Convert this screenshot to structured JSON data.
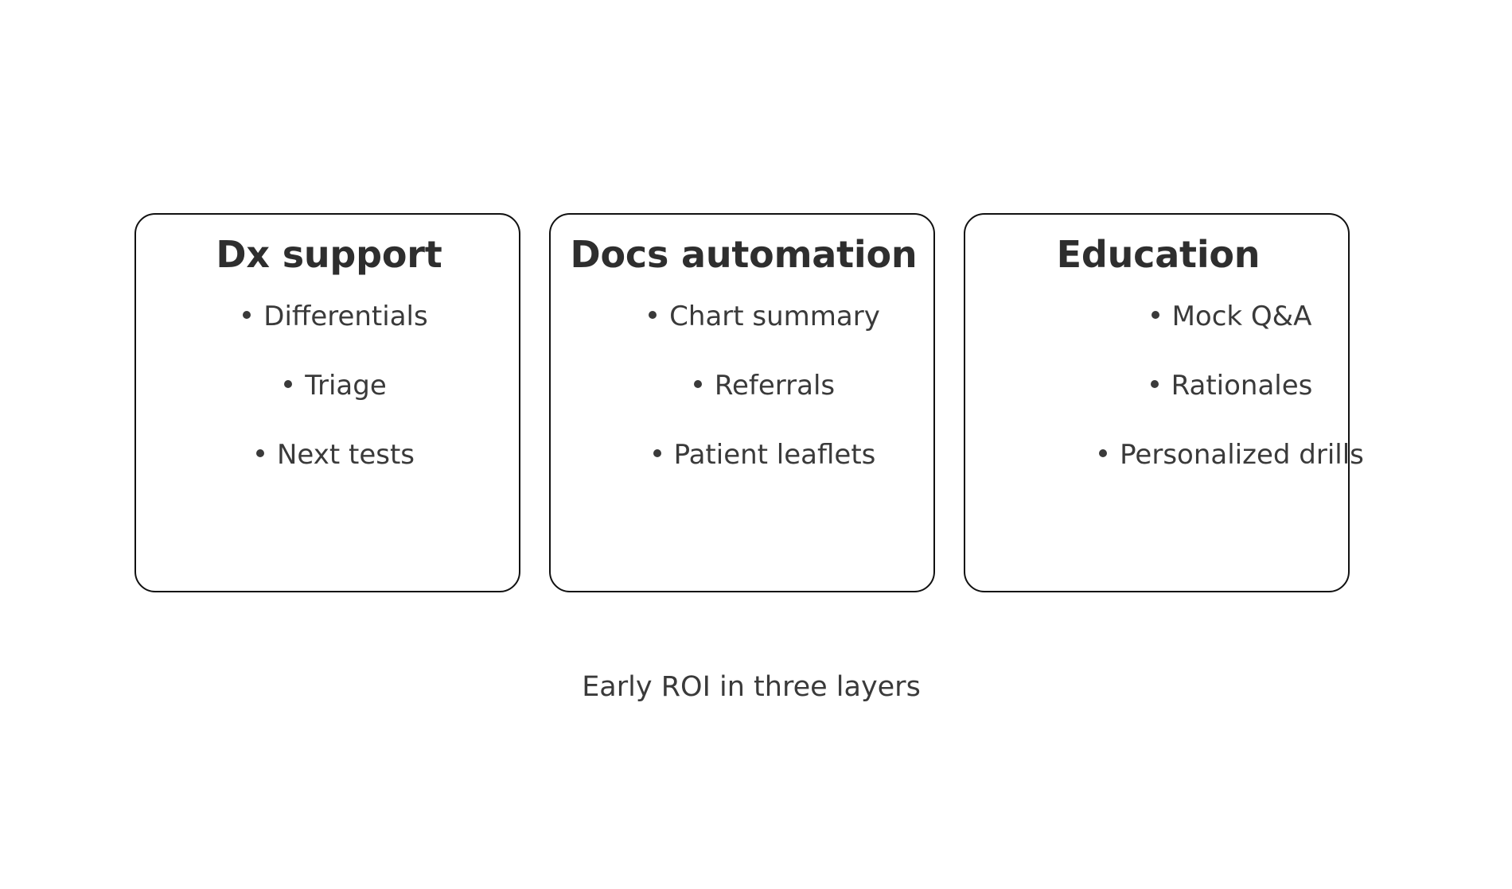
{
  "page": {
    "background_color": "#ffffff",
    "caption": "Early ROI in three layers",
    "caption_color": "#3a3a3a"
  },
  "style": {
    "card_border_color": "#111111",
    "card_background": "#ffffff",
    "title_color": "#2e2e2e",
    "bullet_text_color": "#3a3a3a",
    "bullet_marker": "•"
  },
  "cards": [
    {
      "title": "Dx support",
      "items": [
        "Differentials",
        "Triage",
        "Next tests"
      ]
    },
    {
      "title": "Docs automation",
      "items": [
        "Chart summary",
        "Referrals",
        "Patient leaflets"
      ]
    },
    {
      "title": "Education",
      "items": [
        "Mock Q&A",
        "Rationales",
        "Personalized drills"
      ]
    }
  ]
}
